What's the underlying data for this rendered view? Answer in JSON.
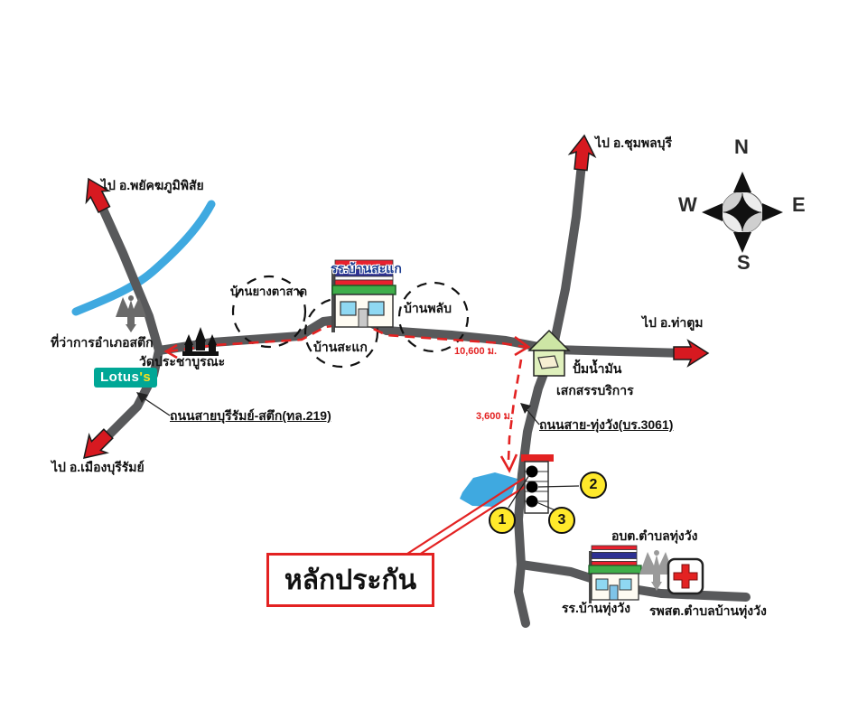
{
  "compass": {
    "n": "N",
    "w": "W",
    "e": "E",
    "s": "S"
  },
  "destinations": {
    "phayakkhaphum_phisai": "ไป อ.พยัคฆภูมิพิสัย",
    "chumphon_buri": "ไป อ.ชุมพลบุรี",
    "tha_tum": "ไป อ.ท่าตูม",
    "mueang_buriram": "ไป อ.เมืองบุรีรัมย์"
  },
  "places": {
    "district_office": "ที่ว่าการอำเภอสตึก",
    "temple": "วัดประชาบูรณะ",
    "village_yang_ta_sat": "บ้านยางตาสาด",
    "school_ban_sakae": "รร.บ้านสะแก",
    "village_ban_sakae": "บ้านสะแก",
    "village_ban_phlap": "บ้านพลับ",
    "gas_station_line1": "ปั้มน้ำมัน",
    "gas_station_line2": "เสกสรรบริการ",
    "sao_thung_wang": "อบต.ตำบลทุ่งวัง",
    "school_ban_thung_wang": "รร.บ้านทุ่งวัง",
    "health_center": "รพสต.ตำบลบ้านทุ่งวัง"
  },
  "lotus": {
    "brand": "Lotus",
    "suffix": "'s"
  },
  "road_labels": {
    "buriram_satuek": "ถนนสายบุรีรัมย์-สตึก(ทล.219)",
    "thung_wang": "ถนนสาย-ทุ่งวัง(บร.3061)"
  },
  "distances": {
    "route_main": "10,600 ม.",
    "route_branch": "3,600 ม."
  },
  "collateral_label": "หลักประกัน",
  "markers": [
    "1",
    "2",
    "3"
  ],
  "colors": {
    "road": "#58595B",
    "route_red": "#E32222",
    "water": "#3FA9E0",
    "marker_yellow": "#FFE92B",
    "lotus_teal": "#00A796",
    "flag_red": "#E8212E",
    "flag_blue": "#2E3192",
    "roof_green": "#3FAE49"
  }
}
